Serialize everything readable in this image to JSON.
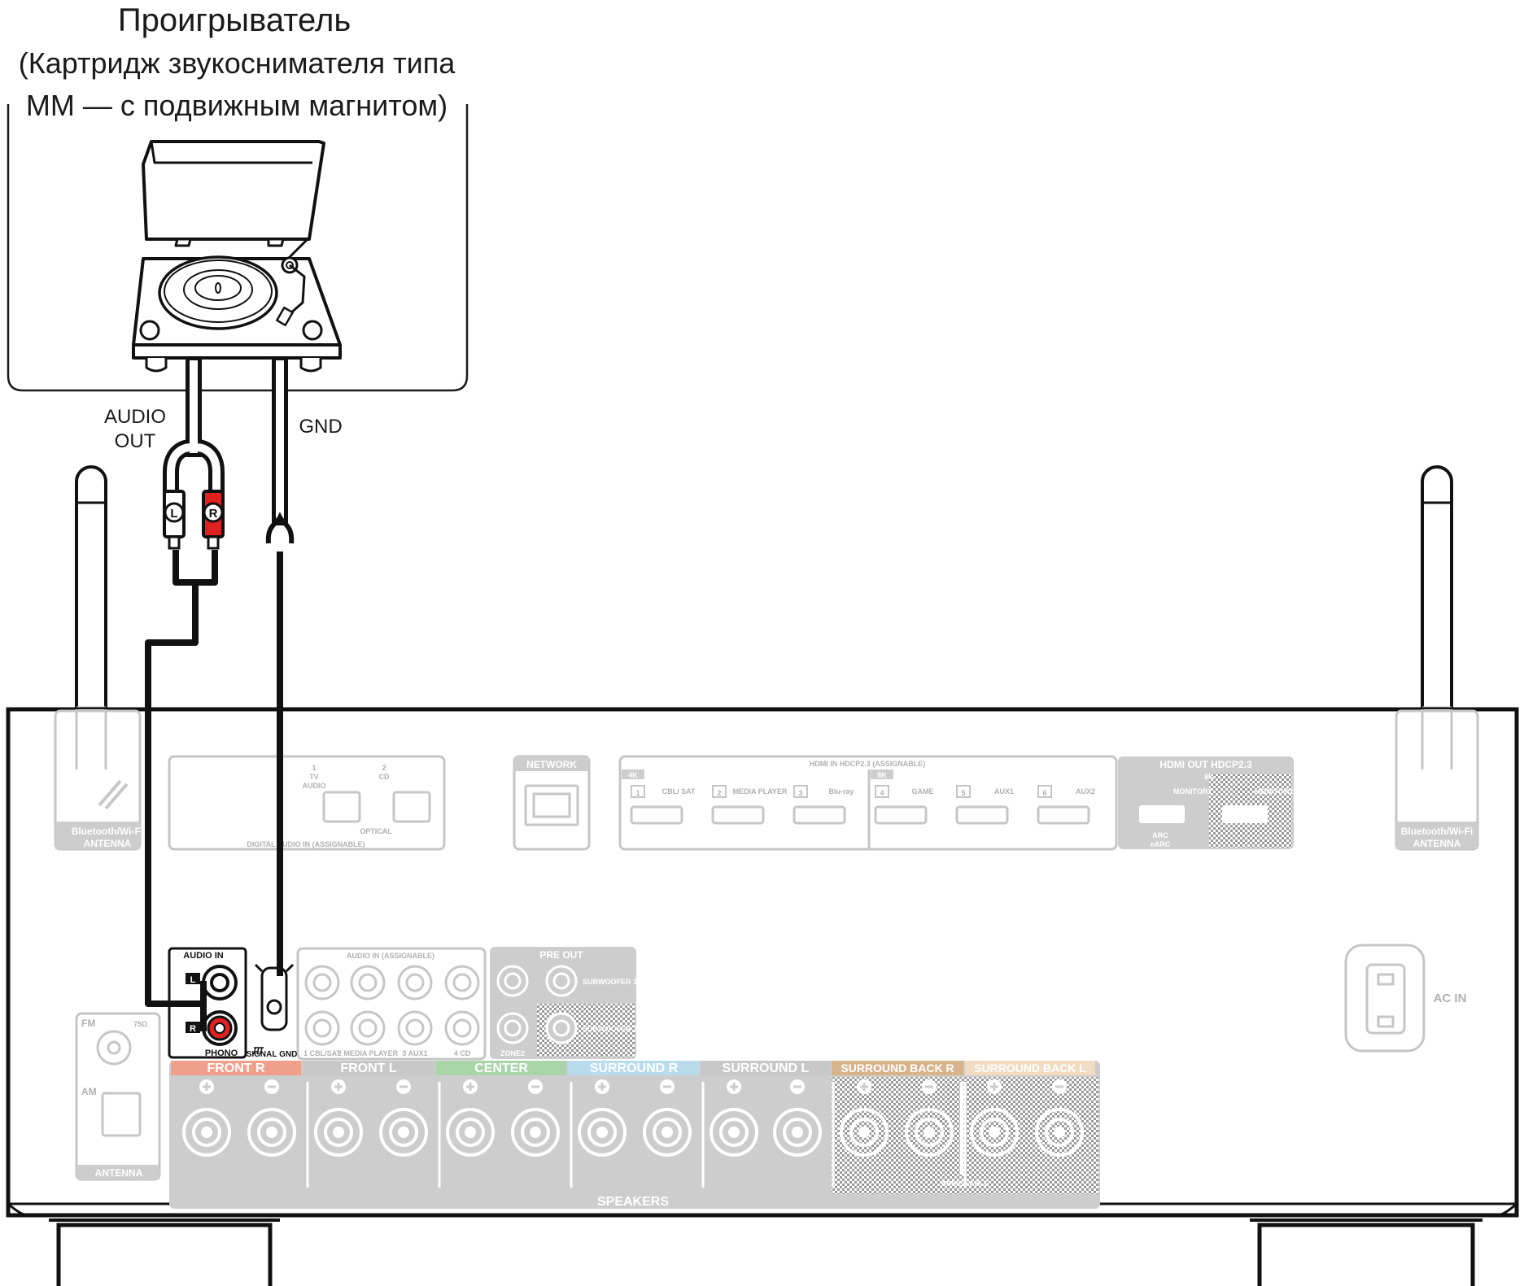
{
  "title": {
    "line1": "Проигрыватель",
    "line2": "(Картридж звукоснимателя типа",
    "line3": "ММ — с подвижным магнитом)"
  },
  "cable_labels": {
    "audio_out_1": "AUDIO",
    "audio_out_2": "OUT",
    "gnd": "GND"
  },
  "plugs": {
    "left": "L",
    "right": "R"
  },
  "receiver": {
    "antenna_bt_left_1": "Bluetooth/Wi-Fi",
    "antenna_bt_left_2": "ANTENNA",
    "antenna_bt_right_1": "Bluetooth/Wi-Fi",
    "antenna_bt_right_2": "ANTENNA",
    "digital_audio_in": "DIGITAL AUDIO IN (ASSIGNABLE)",
    "tv_audio_num": "1",
    "tv_audio_1": "TV",
    "tv_audio_2": "AUDIO",
    "cd_num": "2",
    "cd": "CD",
    "optical": "OPTICAL",
    "network": "NETWORK",
    "hdmi_in_title": "HDMI IN HDCP2.3 (ASSIGNABLE)",
    "badge_4k": "4K",
    "badge_8k": "8K",
    "hdmi_inputs": [
      "CBL/ SAT",
      "MEDIA PLAYER",
      "Blu-ray",
      "GAME",
      "AUX1",
      "AUX2"
    ],
    "hdmi_numbers": [
      "1",
      "2",
      "3",
      "4",
      "5",
      "6"
    ],
    "hdmi_out_title": "HDMI OUT HDCP2.3",
    "hdmi_out_8k": "8K",
    "monitor1": "MONITOR1",
    "monitor2": "MONITOR2",
    "arc_1": "ARC",
    "arc_2": "eARC",
    "ac_in": "AC IN",
    "audio_in_phono": "AUDIO IN",
    "phono": "PHONO",
    "phono_l": "L",
    "phono_r": "R",
    "signal_gnd": "SIGNAL GND",
    "audio_in_assignable": "AUDIO IN (ASSIGNABLE)",
    "analog_inputs": [
      "1 CBL/SAT",
      "2 MEDIA PLAYER",
      "3 AUX1",
      "4 CD"
    ],
    "pre_out": "PRE OUT",
    "zone2": "ZONE2",
    "subwoofer1": "SUBWOOFER 1",
    "subwoofer2": "SUBWOOFER 2",
    "fm": "FM",
    "fm_ohm": "75Ω",
    "am": "AM",
    "antenna": "ANTENNA",
    "speakers": "SPEAKERS",
    "assignable": "ASSIGNABLE",
    "speaker_groups": [
      {
        "label": "FRONT R",
        "color": "#f0a08a"
      },
      {
        "label": "FRONT L",
        "color": "#c8c8c8"
      },
      {
        "label": "CENTER",
        "color": "#a8d4a8"
      },
      {
        "label": "SURROUND R",
        "color": "#b8dcec"
      },
      {
        "label": "SURROUND L",
        "color": "#c8c8c8"
      },
      {
        "label": "SURROUND BACK R",
        "color": "#d8b48c"
      },
      {
        "label": "SURROUND BACK L",
        "color": "#efdcc2"
      }
    ]
  }
}
